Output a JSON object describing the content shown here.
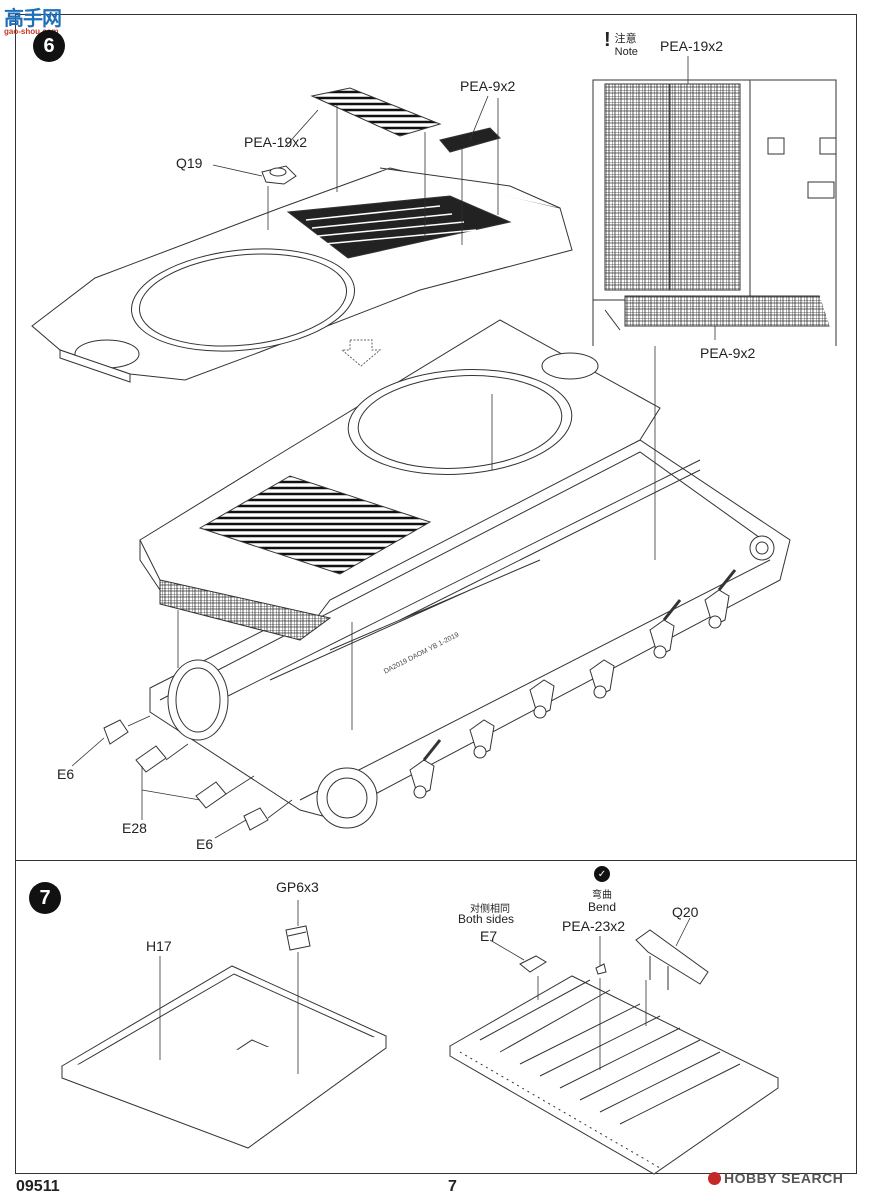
{
  "watermark_top": {
    "chars": "高手网",
    "url": "gao-shou.com"
  },
  "step6": {
    "number": "6",
    "labels": {
      "pea19_main": "PEA-19x2",
      "pea9_main": "PEA-9x2",
      "q19": "Q19",
      "e6_a": "E6",
      "e28": "E28",
      "e6_b": "E6"
    },
    "note": {
      "zh": "注意",
      "en": "Note",
      "pea19": "PEA-19x2",
      "pea9": "PEA-9x2"
    },
    "hull_marking": "DA2019 DAOM YB 1-2019"
  },
  "step7": {
    "number": "7",
    "labels": {
      "gp6": "GP6x3",
      "h17": "H17",
      "both_sides_zh": "对侧相同",
      "both_sides_en": "Both sides",
      "e7": "E7",
      "bend_zh": "弯曲",
      "bend_en": "Bend",
      "pea23": "PEA-23x2",
      "q20": "Q20"
    }
  },
  "footer": {
    "code": "09511",
    "page": "7",
    "brand": "HOBBY SEARCH"
  },
  "icons": [
    "exclamation-icon",
    "bend-icon",
    "down-arrow-icon",
    "hobbysearch-logo-icon"
  ]
}
